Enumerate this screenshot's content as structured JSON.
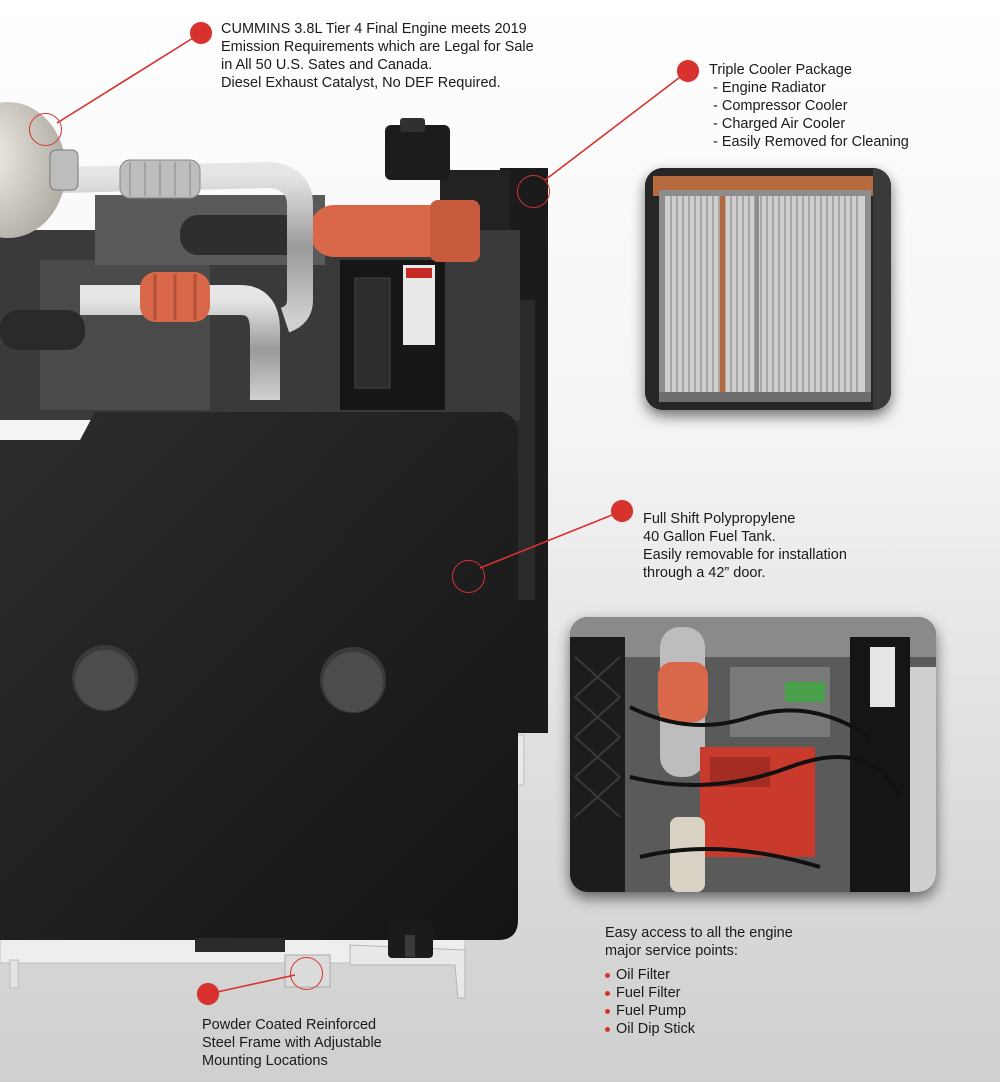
{
  "callouts": {
    "engine": {
      "lines": [
        "CUMMINS 3.8L Tier 4 Final Engine meets 2019",
        "Emission Requirements which are Legal for Sale",
        "in All 50 U.S. Sates and Canada.",
        "Diesel Exhaust Catalyst, No DEF Required."
      ]
    },
    "cooler": {
      "title": "Triple Cooler Package",
      "items": [
        "- Engine Radiator",
        "- Compressor Cooler",
        "- Charged Air Cooler",
        "- Easily Removed for Cleaning"
      ]
    },
    "tank": {
      "lines": [
        "Full Shift Polypropylene",
        "40 Gallon Fuel Tank.",
        "Easily removable for installation",
        "through a 42” door."
      ]
    },
    "service": {
      "intro_lines": [
        "Easy access to all the engine",
        "major service points:"
      ],
      "bullets": [
        "Oil Filter",
        "Fuel Filter",
        "Fuel Pump",
        "Oil Dip Stick"
      ]
    },
    "frame": {
      "lines": [
        "Powder Coated Reinforced",
        "Steel Frame with Adjustable",
        "Mounting Locations"
      ]
    }
  },
  "colors": {
    "accent_red": "#d8322f",
    "tank_black": "#1f1f1f",
    "hose_orange": "#d9684a"
  }
}
